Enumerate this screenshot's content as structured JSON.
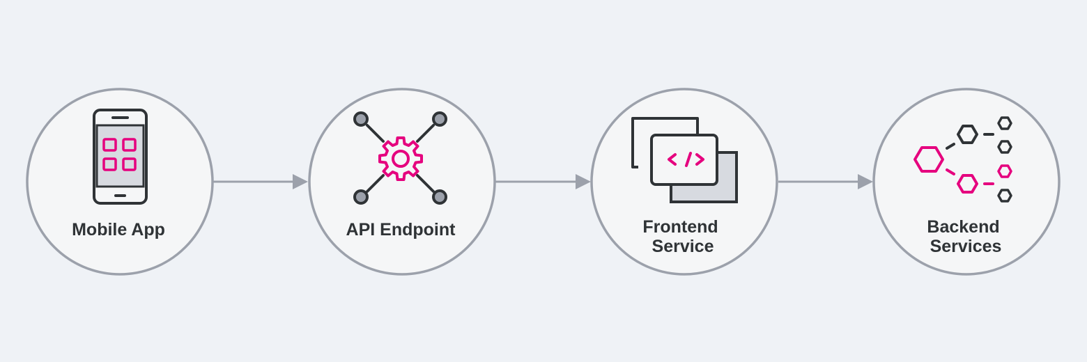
{
  "diagram": {
    "colors": {
      "background": "#eff2f6",
      "node_fill": "#f5f6f7",
      "node_stroke": "#9ca1ab",
      "connector": "#9ca1ab",
      "icon_dark": "#2f3336",
      "accent": "#e5007e"
    },
    "nodes": [
      {
        "id": "mobile-app",
        "icon": "smartphone-icon",
        "label_lines": [
          "Mobile App"
        ]
      },
      {
        "id": "api-endpoint",
        "icon": "gear-network-icon",
        "label_lines": [
          "API Endpoint"
        ]
      },
      {
        "id": "frontend-service",
        "icon": "code-windows-icon",
        "label_lines": [
          "Frontend",
          "Service"
        ]
      },
      {
        "id": "backend-services",
        "icon": "hexagon-network-icon",
        "label_lines": [
          "Backend",
          "Services"
        ]
      }
    ],
    "edges": [
      {
        "from": "mobile-app",
        "to": "api-endpoint"
      },
      {
        "from": "api-endpoint",
        "to": "frontend-service"
      },
      {
        "from": "frontend-service",
        "to": "backend-services"
      }
    ]
  }
}
